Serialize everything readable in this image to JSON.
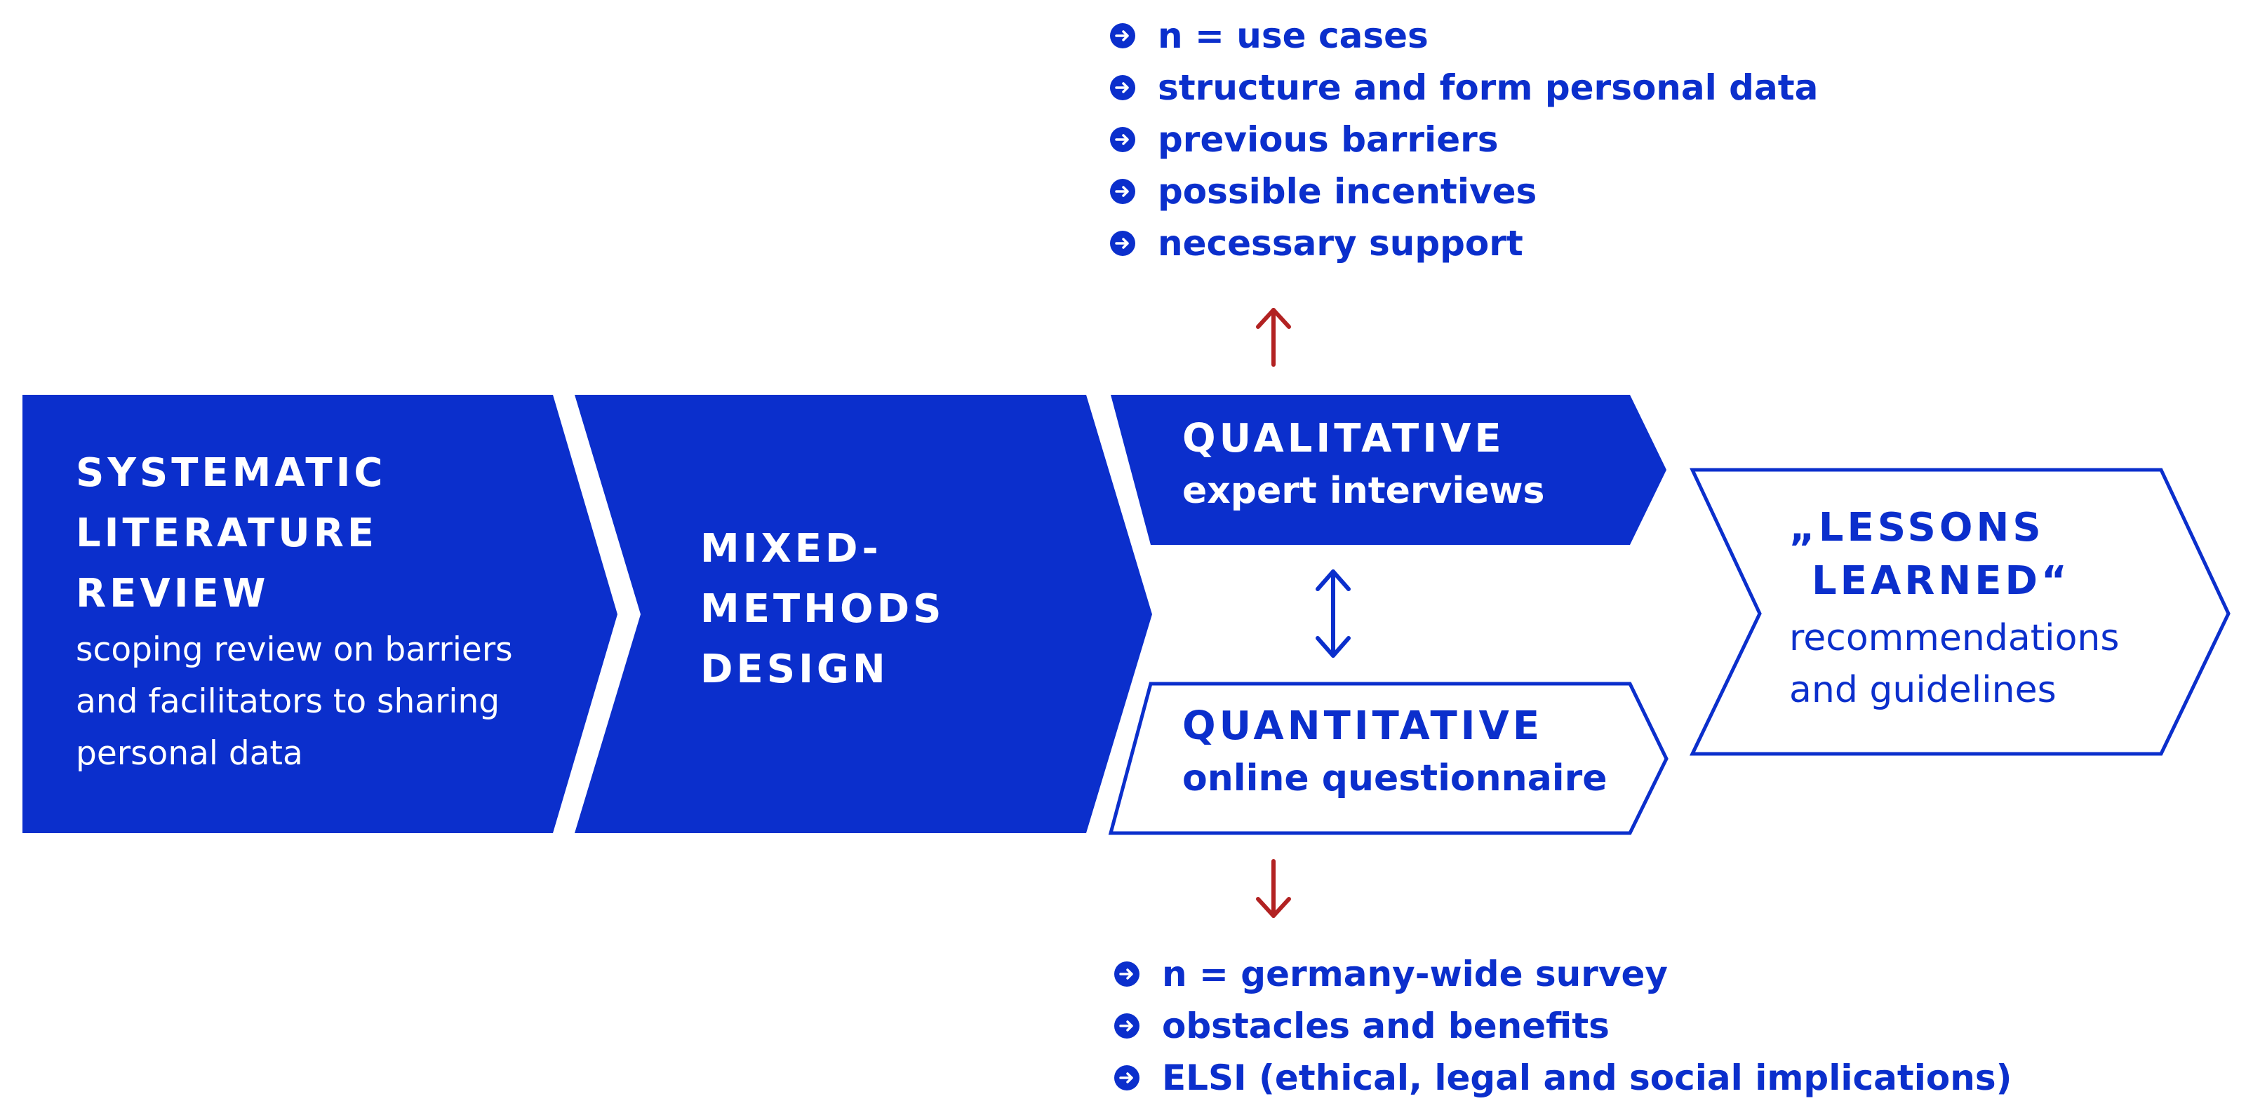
{
  "colors": {
    "primary_blue": "#0b2fcc",
    "arrow_red": "#b22222",
    "background": "#ffffff"
  },
  "icons": {
    "bullet": "circled-right-arrow-icon",
    "up_arrow": "up-arrow-icon",
    "down_arrow": "down-arrow-icon",
    "bidirectional": "up-down-arrow-icon"
  },
  "top_list": {
    "items": [
      "n = use cases",
      "structure and form personal data",
      "previous barriers",
      "possible incentives",
      "necessary support"
    ]
  },
  "systematic_review": {
    "title_lines": [
      "SYSTEMATIC",
      "LITERATURE",
      "REVIEW"
    ],
    "desc_lines": [
      "scoping review on barriers",
      "and facilitators to sharing",
      "personal data"
    ]
  },
  "mixed_methods": {
    "title_lines": [
      "MIXED-",
      "METHODS",
      "DESIGN"
    ]
  },
  "qualitative": {
    "title": "QUALITATIVE",
    "subtitle": "expert interviews"
  },
  "quantitative": {
    "title": "QUANTITATIVE",
    "subtitle": "online questionnaire"
  },
  "lessons": {
    "title_lines": [
      "„LESSONS",
      "LEARNED“"
    ],
    "desc_lines": [
      "recommendations",
      "and guidelines"
    ]
  },
  "bottom_list": {
    "items": [
      "n = germany-wide survey",
      "obstacles and benefits",
      "ELSI (ethical, legal and social implications)"
    ]
  }
}
